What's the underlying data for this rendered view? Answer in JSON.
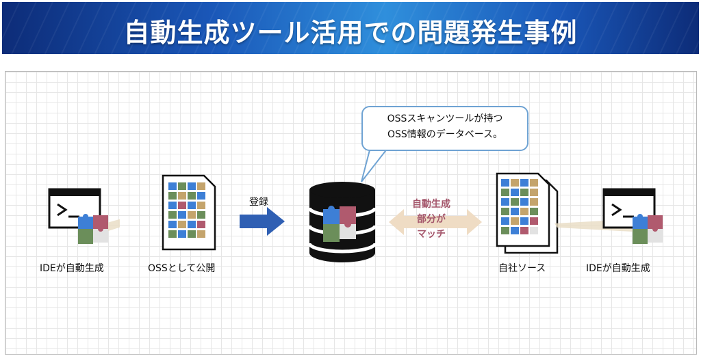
{
  "header": {
    "title": "自動生成ツール活用での問題発生事例"
  },
  "labels": {
    "ide_left": "IDEが自動生成",
    "oss_publish": "OSSとして公開",
    "register": "登録",
    "own_source": "自社ソース",
    "ide_right": "IDEが自動生成"
  },
  "callout": {
    "line1": "OSSスキャンツールが持つ",
    "line2": "OSS情報のデータベース。"
  },
  "match": {
    "line1": "自動生成",
    "line2": "部分が",
    "line3": "マッチ"
  },
  "colors": {
    "blue": "#3d7fd6",
    "red": "#b05a6e",
    "green": "#6b8e5a",
    "tan": "#c4a46c",
    "arrow": "#2f5fb3",
    "match_arrow": "#efdcc4"
  }
}
